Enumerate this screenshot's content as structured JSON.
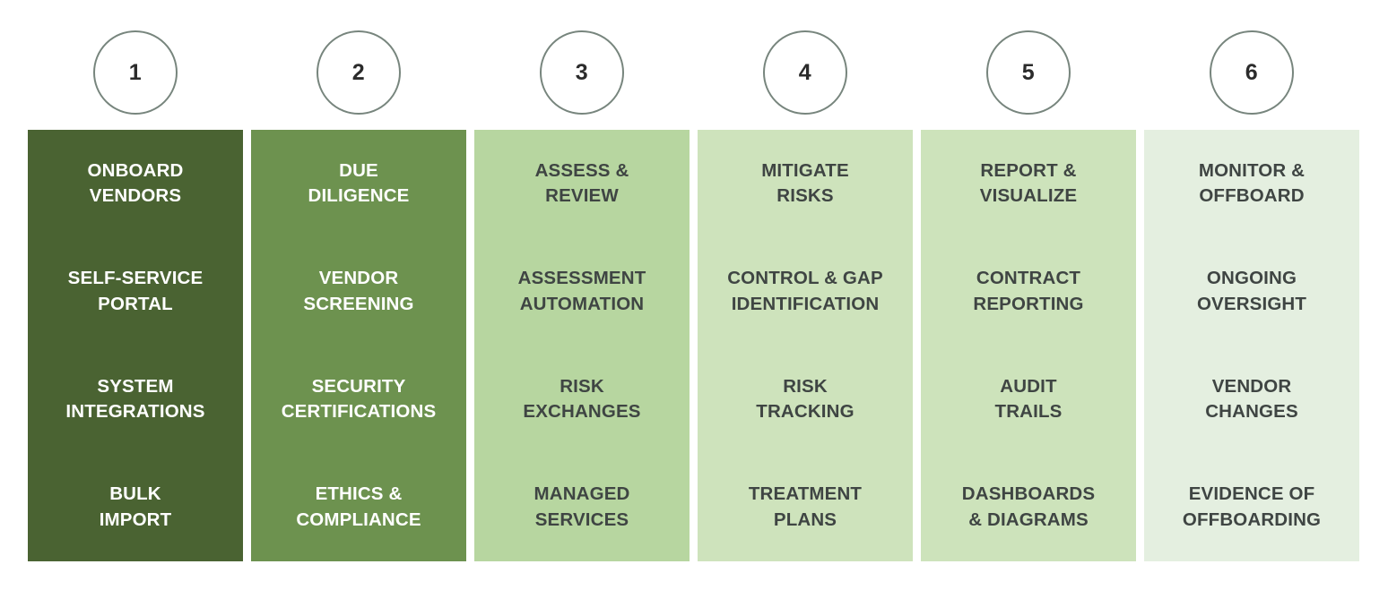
{
  "diagram": {
    "type": "process-steps",
    "step_count": 6,
    "background_color": "#ffffff",
    "circle_border_color": "#77857d",
    "circle_number_color": "#2b2b2b",
    "light_text_color": "#ffffff",
    "dark_text_color": "#3f4543"
  },
  "columns": [
    {
      "number": "1",
      "color": "#4a6332",
      "text_style": "light",
      "cells": [
        "ONBOARD\nVENDORS",
        "SELF-SERVICE\nPORTAL",
        "SYSTEM\nINTEGRATIONS",
        "BULK\nIMPORT"
      ]
    },
    {
      "number": "2",
      "color": "#6d924f",
      "text_style": "light",
      "cells": [
        "DUE\nDILIGENCE",
        "VENDOR\nSCREENING",
        "SECURITY\nCERTIFICATIONS",
        "ETHICS &\nCOMPLIANCE"
      ]
    },
    {
      "number": "3",
      "color": "#b7d6a0",
      "text_style": "dark",
      "cells": [
        "ASSESS &\nREVIEW",
        "ASSESSMENT\nAUTOMATION",
        "RISK\nEXCHANGES",
        "MANAGED\nSERVICES"
      ]
    },
    {
      "number": "4",
      "color": "#cee3bc",
      "text_style": "dark",
      "cells": [
        "MITIGATE\nRISKS",
        "CONTROL & GAP\nIDENTIFICATION",
        "RISK\nTRACKING",
        "TREATMENT\nPLANS"
      ]
    },
    {
      "number": "5",
      "color": "#cde3bb",
      "text_style": "dark",
      "cells": [
        "REPORT &\nVISUALIZE",
        "CONTRACT\nREPORTING",
        "AUDIT\nTRAILS",
        "DASHBOARDS\n& DIAGRAMS"
      ]
    },
    {
      "number": "6",
      "color": "#e4efe0",
      "text_style": "dark",
      "cells": [
        "MONITOR &\nOFFBOARD",
        "ONGOING\nOVERSIGHT",
        "VENDOR\nCHANGES",
        "EVIDENCE OF\nOFFBOARDING"
      ]
    }
  ]
}
